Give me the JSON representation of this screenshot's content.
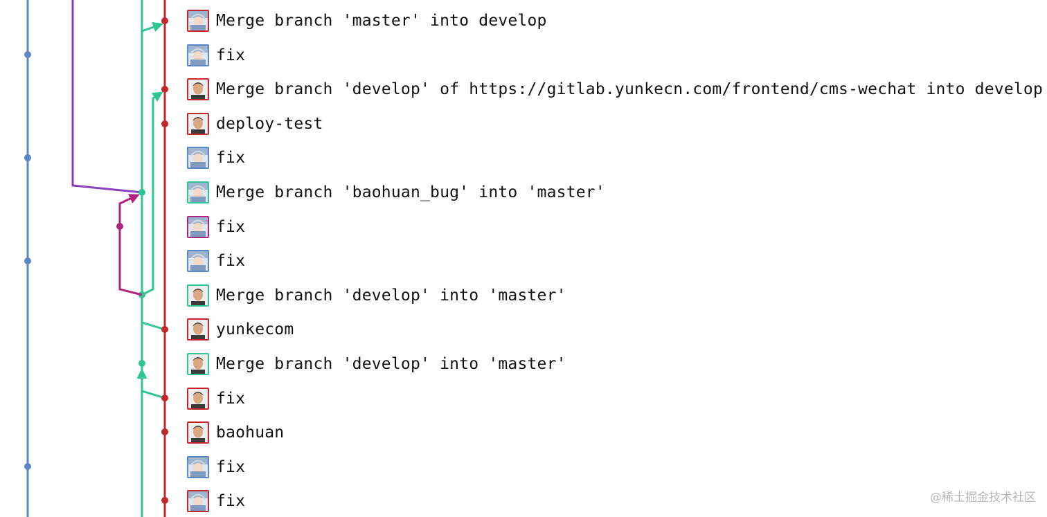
{
  "colors": {
    "lane_blue": "#5b87c4",
    "lane_purple": "#8a3fc0",
    "lane_magenta": "#b0237e",
    "lane_green": "#2ec493",
    "lane_red": "#c3272b"
  },
  "commits": [
    {
      "message": "Merge branch 'master' into develop",
      "avatar": "anime-avatar-icon",
      "border": "#c3272b"
    },
    {
      "message": "fix",
      "avatar": "anime-avatar-icon",
      "border": "#5b87c4"
    },
    {
      "message": "Merge branch 'develop' of https://gitlab.yunkecn.com/frontend/cms-wechat into develop",
      "avatar": "person-avatar-icon",
      "border": "#c3272b"
    },
    {
      "message": "deploy-test",
      "avatar": "person-avatar-icon",
      "border": "#c3272b"
    },
    {
      "message": "fix",
      "avatar": "anime-avatar-icon",
      "border": "#5b87c4"
    },
    {
      "message": "Merge branch 'baohuan_bug' into 'master'",
      "avatar": "anime-avatar-icon",
      "border": "#2ec493"
    },
    {
      "message": "fix",
      "avatar": "anime-avatar-icon",
      "border": "#b0237e"
    },
    {
      "message": "fix",
      "avatar": "anime-avatar-icon",
      "border": "#5b87c4"
    },
    {
      "message": "Merge branch 'develop' into 'master'",
      "avatar": "person-avatar-icon",
      "border": "#2ec493"
    },
    {
      "message": "yunkecom",
      "avatar": "person-avatar-icon",
      "border": "#c3272b"
    },
    {
      "message": "Merge branch 'develop' into 'master'",
      "avatar": "person-avatar-icon",
      "border": "#2ec493"
    },
    {
      "message": "fix",
      "avatar": "person-avatar-icon",
      "border": "#c3272b"
    },
    {
      "message": "baohuan",
      "avatar": "person-avatar-icon",
      "border": "#c3272b"
    },
    {
      "message": "fix",
      "avatar": "anime-avatar-icon",
      "border": "#5b87c4"
    },
    {
      "message": "fix",
      "avatar": "anime-avatar-icon",
      "border": "#c3272b"
    }
  ],
  "watermark": "@稀土掘金技术社区"
}
